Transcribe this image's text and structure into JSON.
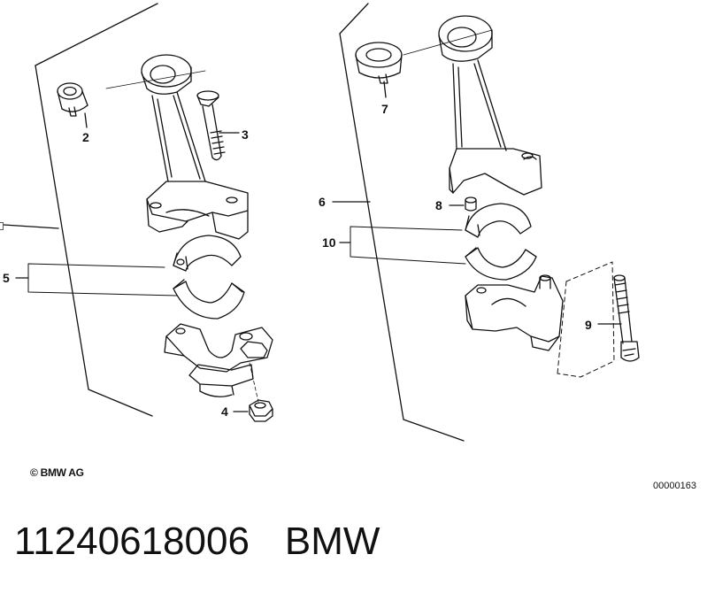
{
  "callouts": {
    "c2": "2",
    "c3": "3",
    "c4": "4",
    "c5": "5",
    "c6": "6",
    "c7": "7",
    "c8": "8",
    "c9": "9",
    "c10": "10"
  },
  "copyright": "© BMW AG",
  "diagram_id": "00000163",
  "footer": {
    "part_number": "11240618006",
    "brand": "BMW"
  },
  "colors": {
    "line": "#111111",
    "marker": "#dd2222"
  }
}
